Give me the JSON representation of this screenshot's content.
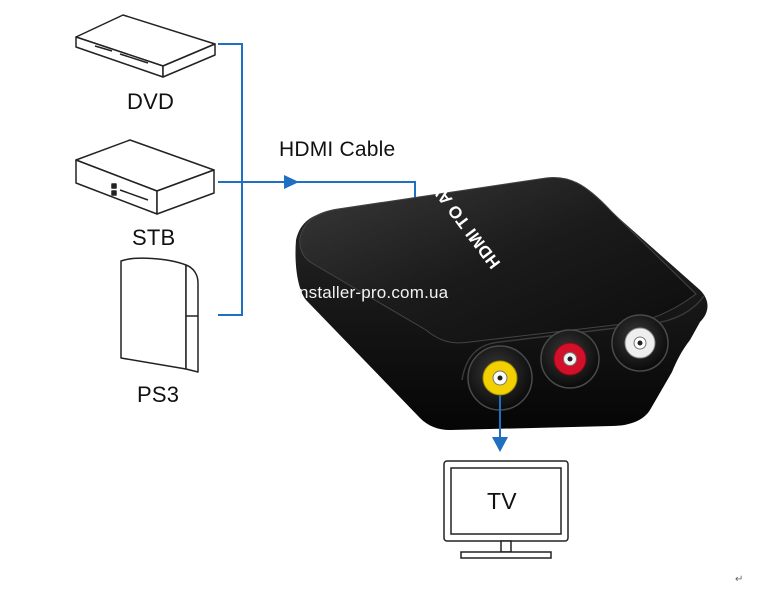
{
  "sources": [
    {
      "label": "DVD",
      "icon": "dvd-player-icon"
    },
    {
      "label": "STB",
      "icon": "set-top-box-icon"
    },
    {
      "label": "PS3",
      "icon": "game-console-icon"
    }
  ],
  "cable": {
    "label": "HDMI Cable"
  },
  "device": {
    "label": "HDMI TO AV",
    "icon": "hdmi-to-av-converter-icon"
  },
  "output": {
    "label": "TV",
    "icon": "tv-icon"
  },
  "watermark": "nstaller-pro.com.ua",
  "paragraph_mark": "↵",
  "colors": {
    "connector_line": "#1f6fc2",
    "rca_video": "#f3d000",
    "rca_audio_right": "#d2102a",
    "rca_audio_left": "#eeeeee",
    "device_body": "#141414"
  }
}
